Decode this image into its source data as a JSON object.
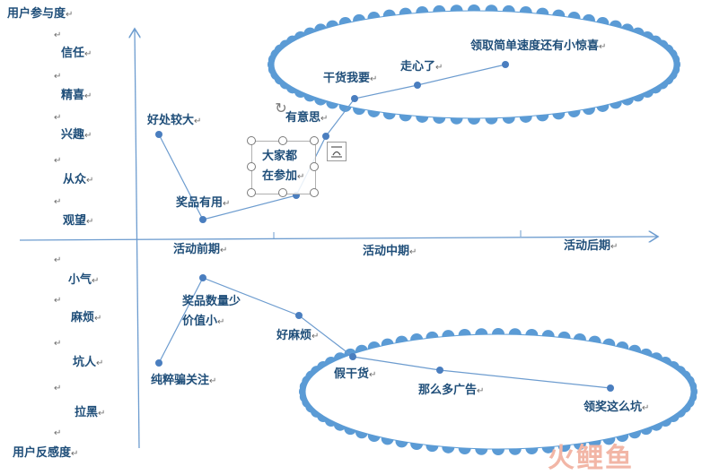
{
  "axes": {
    "y_top_label": "用户参与度",
    "y_bottom_label": "用户反感度",
    "x_phases": [
      "活动前期",
      "活动中期",
      "活动后期"
    ]
  },
  "levels": {
    "positive": [
      "信任",
      "精喜",
      "兴趣",
      "从众",
      "观望"
    ],
    "negative": [
      "小气",
      "麻烦",
      "坑人",
      "拉黑"
    ]
  },
  "upper_path": {
    "labels": [
      "好处较大",
      "奖品有用",
      "大家都",
      "在参加",
      "有意思",
      "干货我要",
      "走心了",
      "领取简单速度还有小惊喜"
    ]
  },
  "lower_path": {
    "labels": [
      "纯粹骗关注",
      "奖品数量少",
      "价值小",
      "好麻烦",
      "假干货",
      "那么多广告",
      "领奖这么坑"
    ]
  },
  "return_mark": "↵",
  "watermark": "火鲤鱼",
  "colors": {
    "line": "#6d9ccf",
    "point": "#4a7ebf",
    "text": "#1f4e79",
    "ellipse_fill": "#ffffff",
    "ellipse_border": "#5b9bd5"
  }
}
